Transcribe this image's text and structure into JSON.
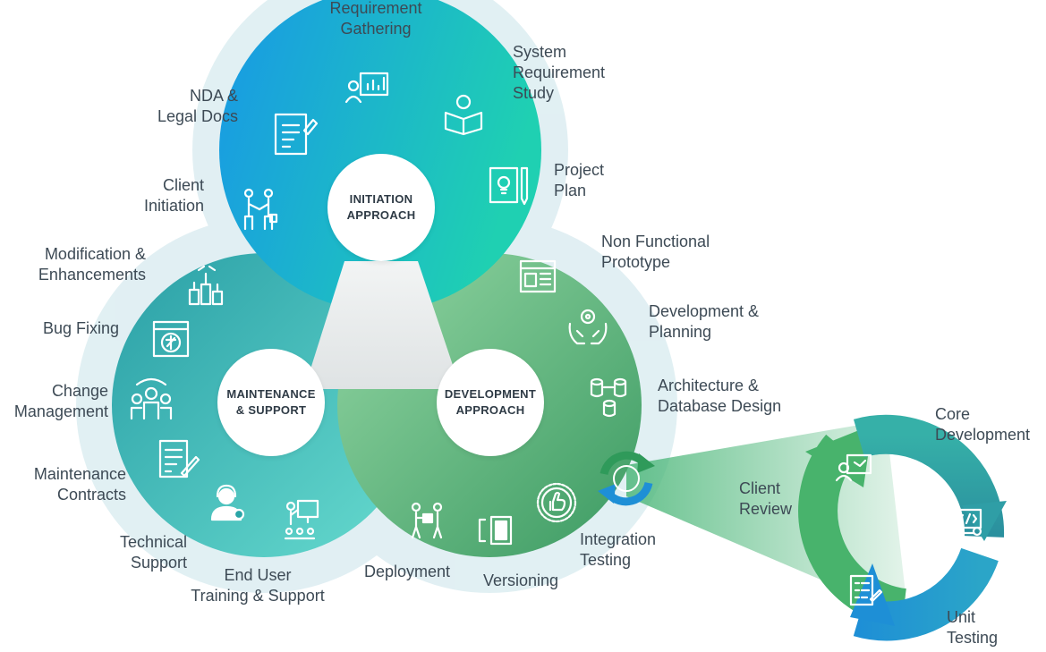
{
  "hubs": {
    "initiation": [
      "INITIATION",
      "APPROACH"
    ],
    "development": [
      "DEVELOPMENT",
      "APPROACH"
    ],
    "maintenance": [
      "MAINTENANCE",
      "& SUPPORT"
    ]
  },
  "initiation_labels": {
    "requirement_gathering": [
      "Requirement",
      "Gathering"
    ],
    "system_requirement_study": [
      "System",
      "Requirement",
      "Study"
    ],
    "project_plan": [
      "Project",
      "Plan"
    ],
    "nda_legal_docs": [
      "NDA &",
      "Legal Docs"
    ],
    "client_initiation": [
      "Client",
      "Initiation"
    ]
  },
  "development_labels": {
    "non_functional_prototype": [
      "Non Functional",
      "Prototype"
    ],
    "development_planning": [
      "Development &",
      "Planning"
    ],
    "architecture_database": [
      "Architecture &",
      "Database Design"
    ],
    "integration_testing": [
      "Integration",
      "Testing"
    ],
    "versioning": [
      "Versioning"
    ],
    "deployment": [
      "Deployment"
    ]
  },
  "maintenance_labels": {
    "modification_enhancements": [
      "Modification &",
      "Enhancements"
    ],
    "bug_fixing": [
      "Bug Fixing"
    ],
    "change_management": [
      "Change",
      "Management"
    ],
    "maintenance_contracts": [
      "Maintenance",
      "Contracts"
    ],
    "technical_support": [
      "Technical",
      "Support"
    ],
    "end_user_training": [
      "End User",
      "Training & Support"
    ]
  },
  "cycle_labels": {
    "client_review": [
      "Client",
      "Review"
    ],
    "core_development": [
      "Core",
      "Development"
    ],
    "unit_testing": [
      "Unit",
      "Testing"
    ]
  },
  "icons": [
    "presentation-chart-icon",
    "reading-person-icon",
    "clipboard-idea-icon",
    "document-pen-icon",
    "handshake-icon",
    "web-layout-icon",
    "hands-gear-icon",
    "database-transfer-icon",
    "refresh-cycle-icon",
    "thumbs-up-badge-icon",
    "version-bracket-icon",
    "delivery-people-icon",
    "raised-hands-icon",
    "bug-window-icon",
    "team-group-icon",
    "contract-sign-icon",
    "support-agent-icon",
    "trainer-board-icon",
    "review-screen-icon",
    "code-monitor-icon",
    "checklist-icon"
  ],
  "colors": {
    "initiation_from": "#1aa4e4",
    "initiation_to": "#1ec9b6",
    "development_from": "#8ccf9b",
    "development_to": "#3f9e66",
    "maintenance_from": "#2ba9a8",
    "maintenance_to": "#5fd3c9",
    "halo": "#dcefF3",
    "text": "#3d4a55"
  }
}
